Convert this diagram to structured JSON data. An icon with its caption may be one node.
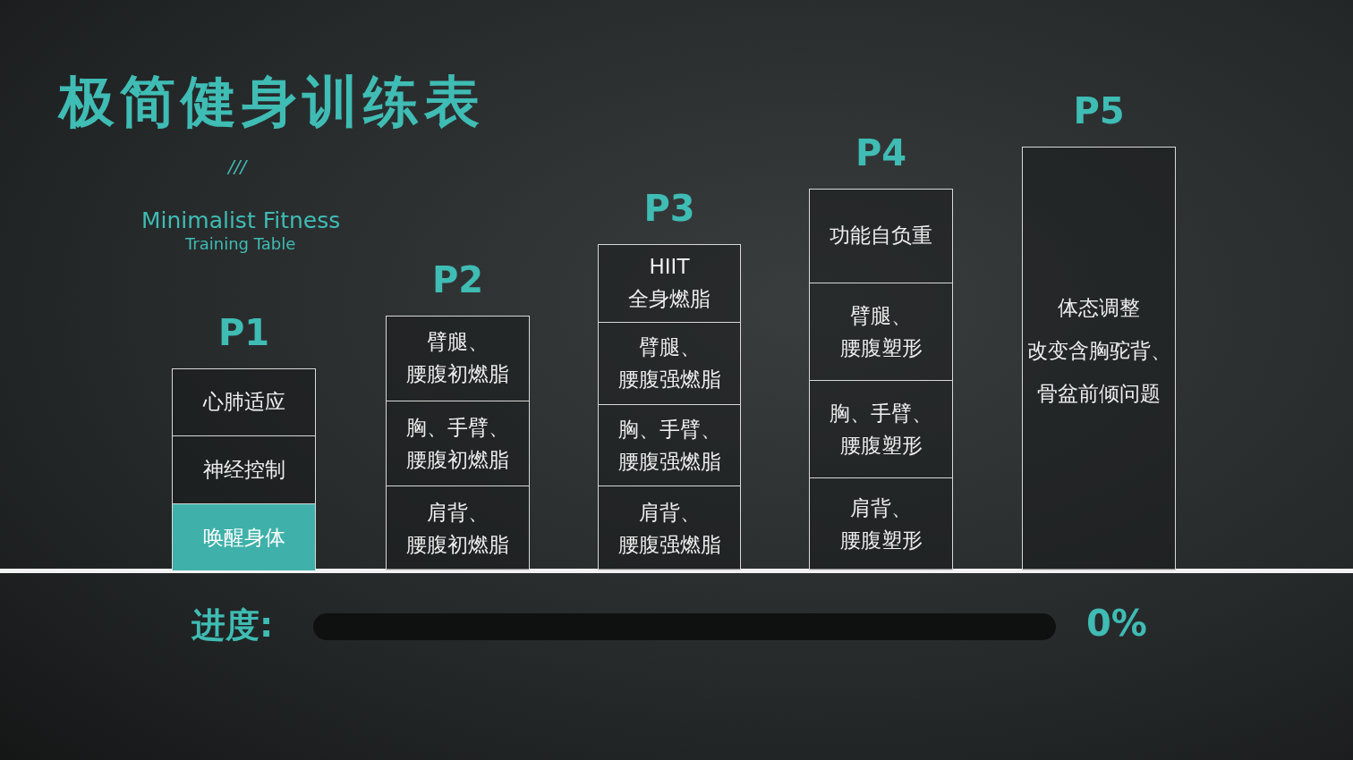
{
  "diagram": {
    "title": "极简健身训练表",
    "nodes": [
      {
        "text": [
          "P1"
        ]
      },
      {
        "text": [
          "心肺适应"
        ],
        "in": 0
      },
      {
        "text": [
          "神经控制"
        ],
        "in": 0
      },
      {
        "text": [
          "唤醒身体"
        ],
        "in": 0
      },
      {
        "text": [
          "P2"
        ]
      },
      {
        "text": [
          "臂腿、腰腹初燃脂"
        ],
        "in": 4
      },
      {
        "text": [
          "胸、手臂、腰腹初燃脂"
        ],
        "in": 4
      },
      {
        "text": [
          "肩背、腰腹初燃脂"
        ],
        "in": 4
      },
      {
        "text": [
          "P3"
        ]
      },
      {
        "text": [
          "HIIT 全身燃脂"
        ],
        "in": 8
      },
      {
        "text": [
          "臂腿、腰腹强燃脂"
        ],
        "in": 8
      },
      {
        "text": [
          "胸、手臂、腰腹强燃脂"
        ],
        "in": 8
      },
      {
        "text": [
          "肩背、腰腹强燃脂"
        ],
        "in": 8
      },
      {
        "text": [
          "P4"
        ]
      },
      {
        "text": [
          "功能自负重"
        ],
        "in": 13
      },
      {
        "text": [
          "臂腿、腰腹塑形"
        ],
        "in": 13
      },
      {
        "text": [
          "胸、手臂、腰腹塑形"
        ],
        "in": 13
      },
      {
        "text": [
          "肩背、腰腹塑形"
        ],
        "in": 13
      },
      {
        "text": [
          "P5",
          "体态调整",
          "改变含胸驼背、骨盆前倾问题"
        ]
      }
    ],
    "labels": [
      "///",
      "Minimalist Fitness",
      "Training Table",
      "进度:",
      "0%"
    ]
  }
}
